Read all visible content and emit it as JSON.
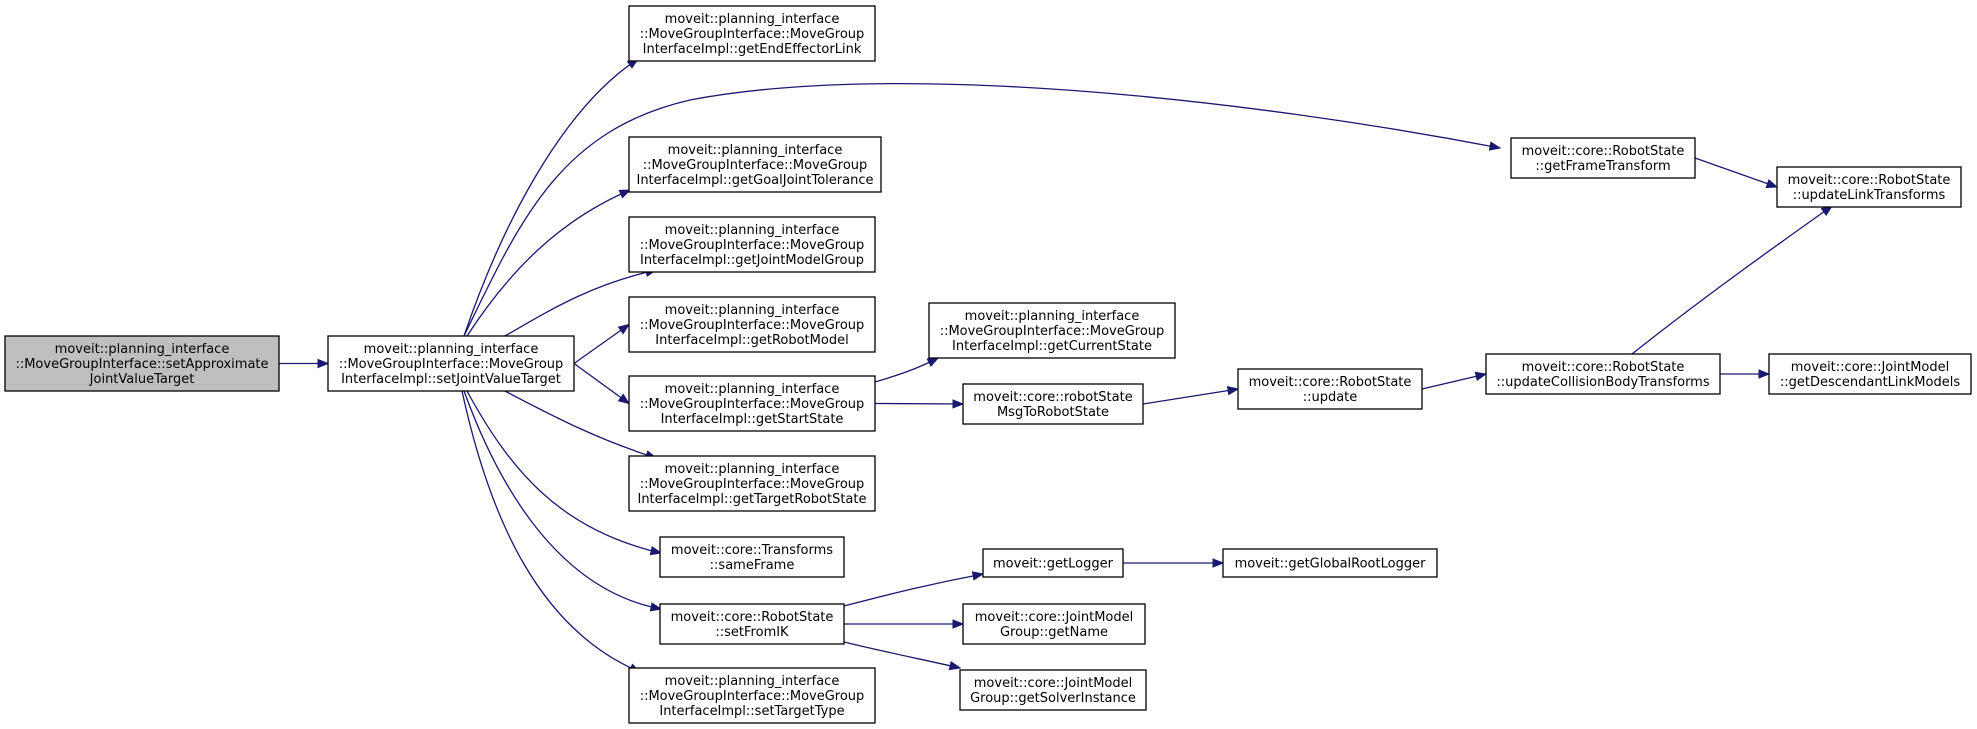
{
  "colors": {
    "edge": "#191970",
    "node_border": "#000000",
    "node_fill": "#ffffff",
    "root_fill": "#bfbfbf",
    "background": "#ffffff"
  },
  "nodes": {
    "n_root": {
      "lines": [
        "moveit::planning_interface",
        "::MoveGroupInterface::setApproximate",
        "JointValueTarget"
      ],
      "highlighted": true
    },
    "n_set_jvt": {
      "lines": [
        "moveit::planning_interface",
        "::MoveGroupInterface::MoveGroup",
        "InterfaceImpl::setJointValueTarget"
      ]
    },
    "n_get_eel": {
      "lines": [
        "moveit::planning_interface",
        "::MoveGroupInterface::MoveGroup",
        "InterfaceImpl::getEndEffectorLink"
      ]
    },
    "n_get_gjt": {
      "lines": [
        "moveit::planning_interface",
        "::MoveGroupInterface::MoveGroup",
        "InterfaceImpl::getGoalJointTolerance"
      ]
    },
    "n_get_jmg": {
      "lines": [
        "moveit::planning_interface",
        "::MoveGroupInterface::MoveGroup",
        "InterfaceImpl::getJointModelGroup"
      ]
    },
    "n_get_rm": {
      "lines": [
        "moveit::planning_interface",
        "::MoveGroupInterface::MoveGroup",
        "InterfaceImpl::getRobotModel"
      ]
    },
    "n_get_ss": {
      "lines": [
        "moveit::planning_interface",
        "::MoveGroupInterface::MoveGroup",
        "InterfaceImpl::getStartState"
      ]
    },
    "n_get_trs": {
      "lines": [
        "moveit::planning_interface",
        "::MoveGroupInterface::MoveGroup",
        "InterfaceImpl::getTargetRobotState"
      ]
    },
    "n_same_frame": {
      "lines": [
        "moveit::core::Transforms",
        "::sameFrame"
      ]
    },
    "n_set_from_ik": {
      "lines": [
        "moveit::core::RobotState",
        "::setFromIK"
      ]
    },
    "n_set_tt": {
      "lines": [
        "moveit::planning_interface",
        "::MoveGroupInterface::MoveGroup",
        "InterfaceImpl::setTargetType"
      ]
    },
    "n_get_cs": {
      "lines": [
        "moveit::planning_interface",
        "::MoveGroupInterface::MoveGroup",
        "InterfaceImpl::getCurrentState"
      ]
    },
    "n_rs_msg": {
      "lines": [
        "moveit::core::robotState",
        "MsgToRobotState"
      ]
    },
    "n_get_logger": {
      "lines": [
        "moveit::getLogger"
      ]
    },
    "n_jmg_name": {
      "lines": [
        "moveit::core::JointModel",
        "Group::getName"
      ]
    },
    "n_jmg_solver": {
      "lines": [
        "moveit::core::JointModel",
        "Group::getSolverInstance"
      ]
    },
    "n_get_ft": {
      "lines": [
        "moveit::core::RobotState",
        "::getFrameTransform"
      ]
    },
    "n_rs_update": {
      "lines": [
        "moveit::core::RobotState",
        "::update"
      ]
    },
    "n_global_logger": {
      "lines": [
        "moveit::getGlobalRootLogger"
      ]
    },
    "n_update_cbt": {
      "lines": [
        "moveit::core::RobotState",
        "::updateCollisionBodyTransforms"
      ]
    },
    "n_update_lt": {
      "lines": [
        "moveit::core::RobotState",
        "::updateLinkTransforms"
      ]
    },
    "n_get_dlm": {
      "lines": [
        "moveit::core::JointModel",
        "::getDescendantLinkModels"
      ]
    }
  },
  "edges": [
    [
      "n_root",
      "n_set_jvt"
    ],
    [
      "n_set_jvt",
      "n_get_eel"
    ],
    [
      "n_set_jvt",
      "n_get_ft"
    ],
    [
      "n_set_jvt",
      "n_get_gjt"
    ],
    [
      "n_set_jvt",
      "n_get_jmg"
    ],
    [
      "n_set_jvt",
      "n_get_rm"
    ],
    [
      "n_set_jvt",
      "n_get_ss"
    ],
    [
      "n_set_jvt",
      "n_get_trs"
    ],
    [
      "n_set_jvt",
      "n_same_frame"
    ],
    [
      "n_set_jvt",
      "n_set_from_ik"
    ],
    [
      "n_set_jvt",
      "n_set_tt"
    ],
    [
      "n_get_ft",
      "n_update_lt"
    ],
    [
      "n_get_ss",
      "n_get_cs"
    ],
    [
      "n_get_ss",
      "n_rs_msg"
    ],
    [
      "n_rs_msg",
      "n_rs_update"
    ],
    [
      "n_rs_update",
      "n_update_cbt"
    ],
    [
      "n_update_cbt",
      "n_update_lt"
    ],
    [
      "n_update_cbt",
      "n_get_dlm"
    ],
    [
      "n_set_from_ik",
      "n_get_logger"
    ],
    [
      "n_set_from_ik",
      "n_jmg_name"
    ],
    [
      "n_set_from_ik",
      "n_jmg_solver"
    ],
    [
      "n_get_logger",
      "n_global_logger"
    ]
  ]
}
